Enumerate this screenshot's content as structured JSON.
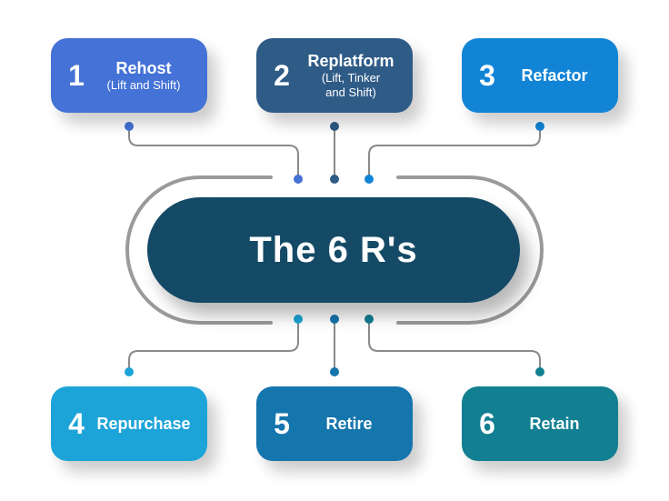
{
  "center": {
    "title": "The 6 R's"
  },
  "strategies": [
    {
      "number": "1",
      "title": "Rehost",
      "subtitle": "(Lift and Shift)",
      "color": "#4472d6"
    },
    {
      "number": "2",
      "title": "Replatform",
      "subtitle": "(Lift, Tinker and Shift)",
      "color": "#2f5b87"
    },
    {
      "number": "3",
      "title": "Refactor",
      "subtitle": "",
      "color": "#1284d6"
    },
    {
      "number": "4",
      "title": "Repurchase",
      "subtitle": "",
      "color": "#1ca4d8"
    },
    {
      "number": "5",
      "title": "Retire",
      "subtitle": "",
      "color": "#1575ad"
    },
    {
      "number": "6",
      "title": "Retain",
      "subtitle": "",
      "color": "#127f92"
    }
  ],
  "colors": {
    "hub": "#144a66",
    "connector_line": "#8a8a8a",
    "bracket": "#999999"
  }
}
